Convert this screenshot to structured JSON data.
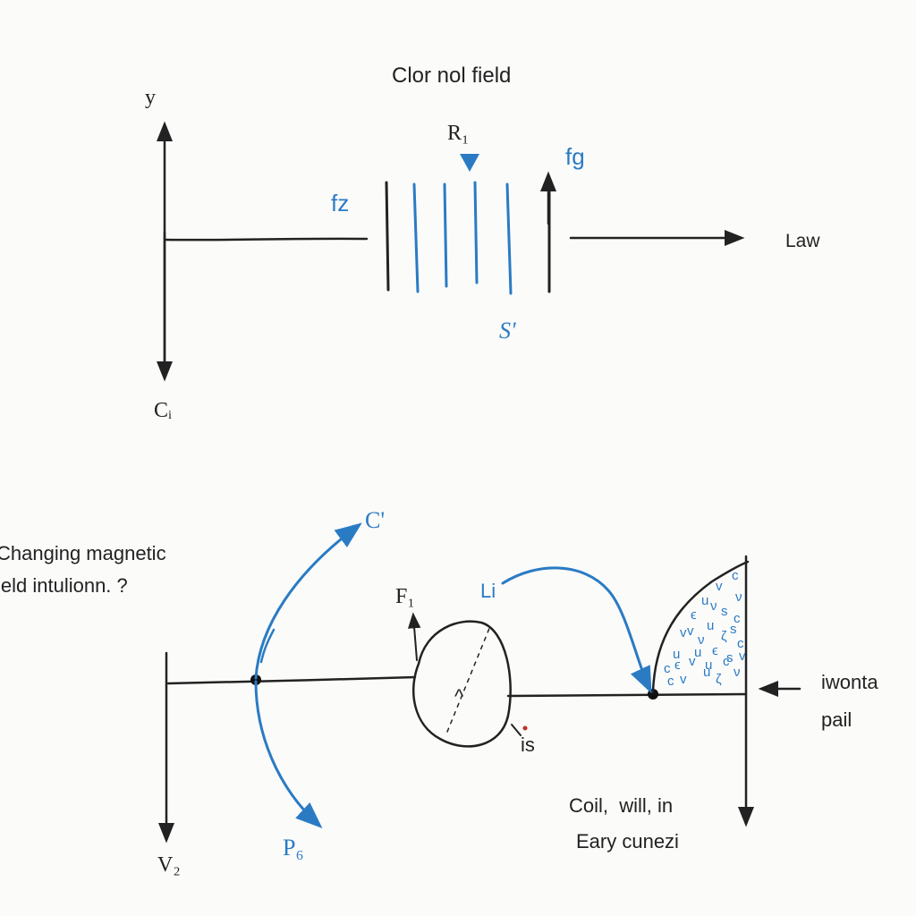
{
  "colors": {
    "ink": "#222222",
    "accent_blue": "#2a7bc4",
    "paper": "#fbfbfa"
  },
  "top": {
    "title": "Clor nol field",
    "axis_top_label": "y",
    "axis_bottom_label": "Cᵢ",
    "r_label": "R₁",
    "fz_label": "fz",
    "fg_label": "fg",
    "s_label": "S'",
    "law_label": "Law"
  },
  "bottom": {
    "note_line1": "Changing magnetic",
    "note_line2": "ield intulionn. ?",
    "c_label": "C'",
    "f_label": "F₁",
    "li_label": "Li",
    "coil_mark": "^",
    "is_label": "is",
    "iwonta_line1": "iwonta",
    "iwonta_line2": "pail",
    "coil_line1": "Coil,  will, in",
    "coil_line2": "Eary cunezi",
    "p_label": "P₆",
    "v_label": "V₂",
    "speckle_glyphs": [
      "c",
      "v",
      "ν",
      "u",
      "s",
      "ϵ",
      "c",
      "u",
      "v",
      "ζ",
      "ν",
      "c",
      "u",
      "ϵ",
      "v",
      "s",
      "c",
      "u",
      "ν",
      "v",
      "ζ",
      "c",
      "u",
      "s",
      "ν",
      "v",
      "c",
      "ϵ",
      "u",
      "v"
    ]
  }
}
